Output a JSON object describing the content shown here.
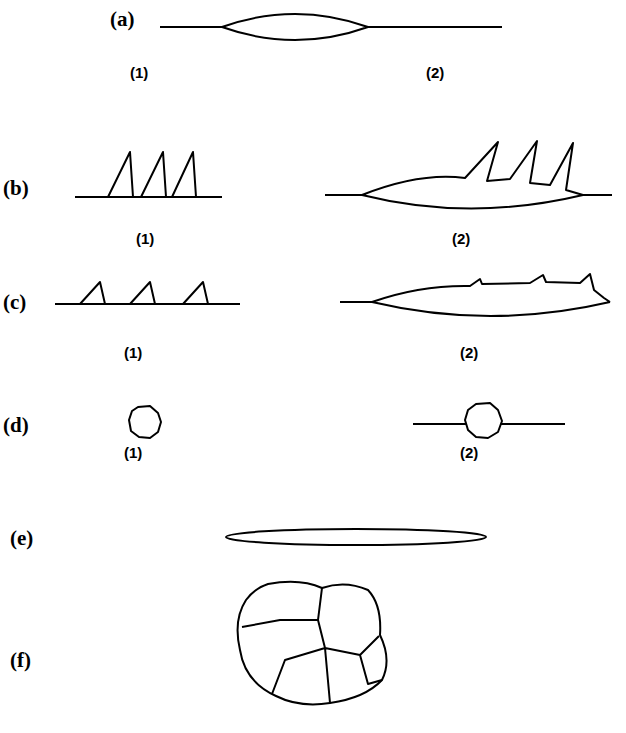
{
  "diagram": {
    "labels": [
      "(a)",
      "(1)",
      "(2)",
      "(b)",
      "(1)",
      "(2)",
      "(c)",
      "(1)",
      "(2)",
      "(d)",
      "(1)",
      "(2)",
      "(e)",
      "(f)"
    ]
  }
}
